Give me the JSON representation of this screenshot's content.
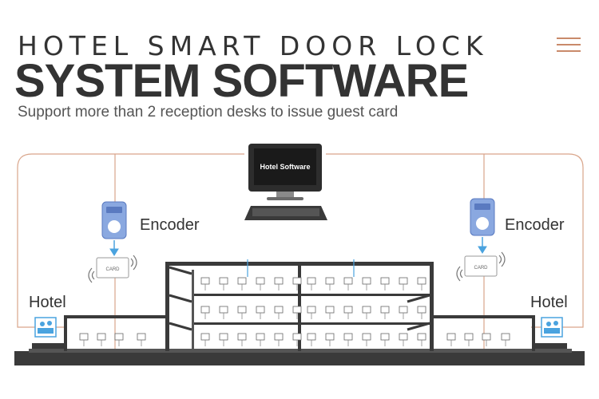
{
  "header": {
    "title_line1": "HOTEL SMART DOOR LOCK",
    "title_line2": "SYSTEM SOFTWARE",
    "subtitle": "Support more than 2 reception desks to issue guest card"
  },
  "diagram": {
    "computer_screen_label": "Hotel Software",
    "left_encoder_label": "Encoder",
    "right_encoder_label": "Encoder",
    "left_card_label": "CARD",
    "right_card_label": "CARD",
    "left_hotel_label": "Hotel",
    "right_hotel_label": "Hotel"
  },
  "colors": {
    "accent": "#c98a6a",
    "line": "#d9a58a",
    "building": "#3a3a3a",
    "encoder_blue": "#8aa8e0",
    "arrow_blue": "#4aa3df"
  },
  "icons": [
    "menu-icon",
    "computer-icon",
    "keyboard-icon",
    "encoder-icon",
    "card-icon",
    "reception-desk-icon",
    "door-lock-icon"
  ]
}
